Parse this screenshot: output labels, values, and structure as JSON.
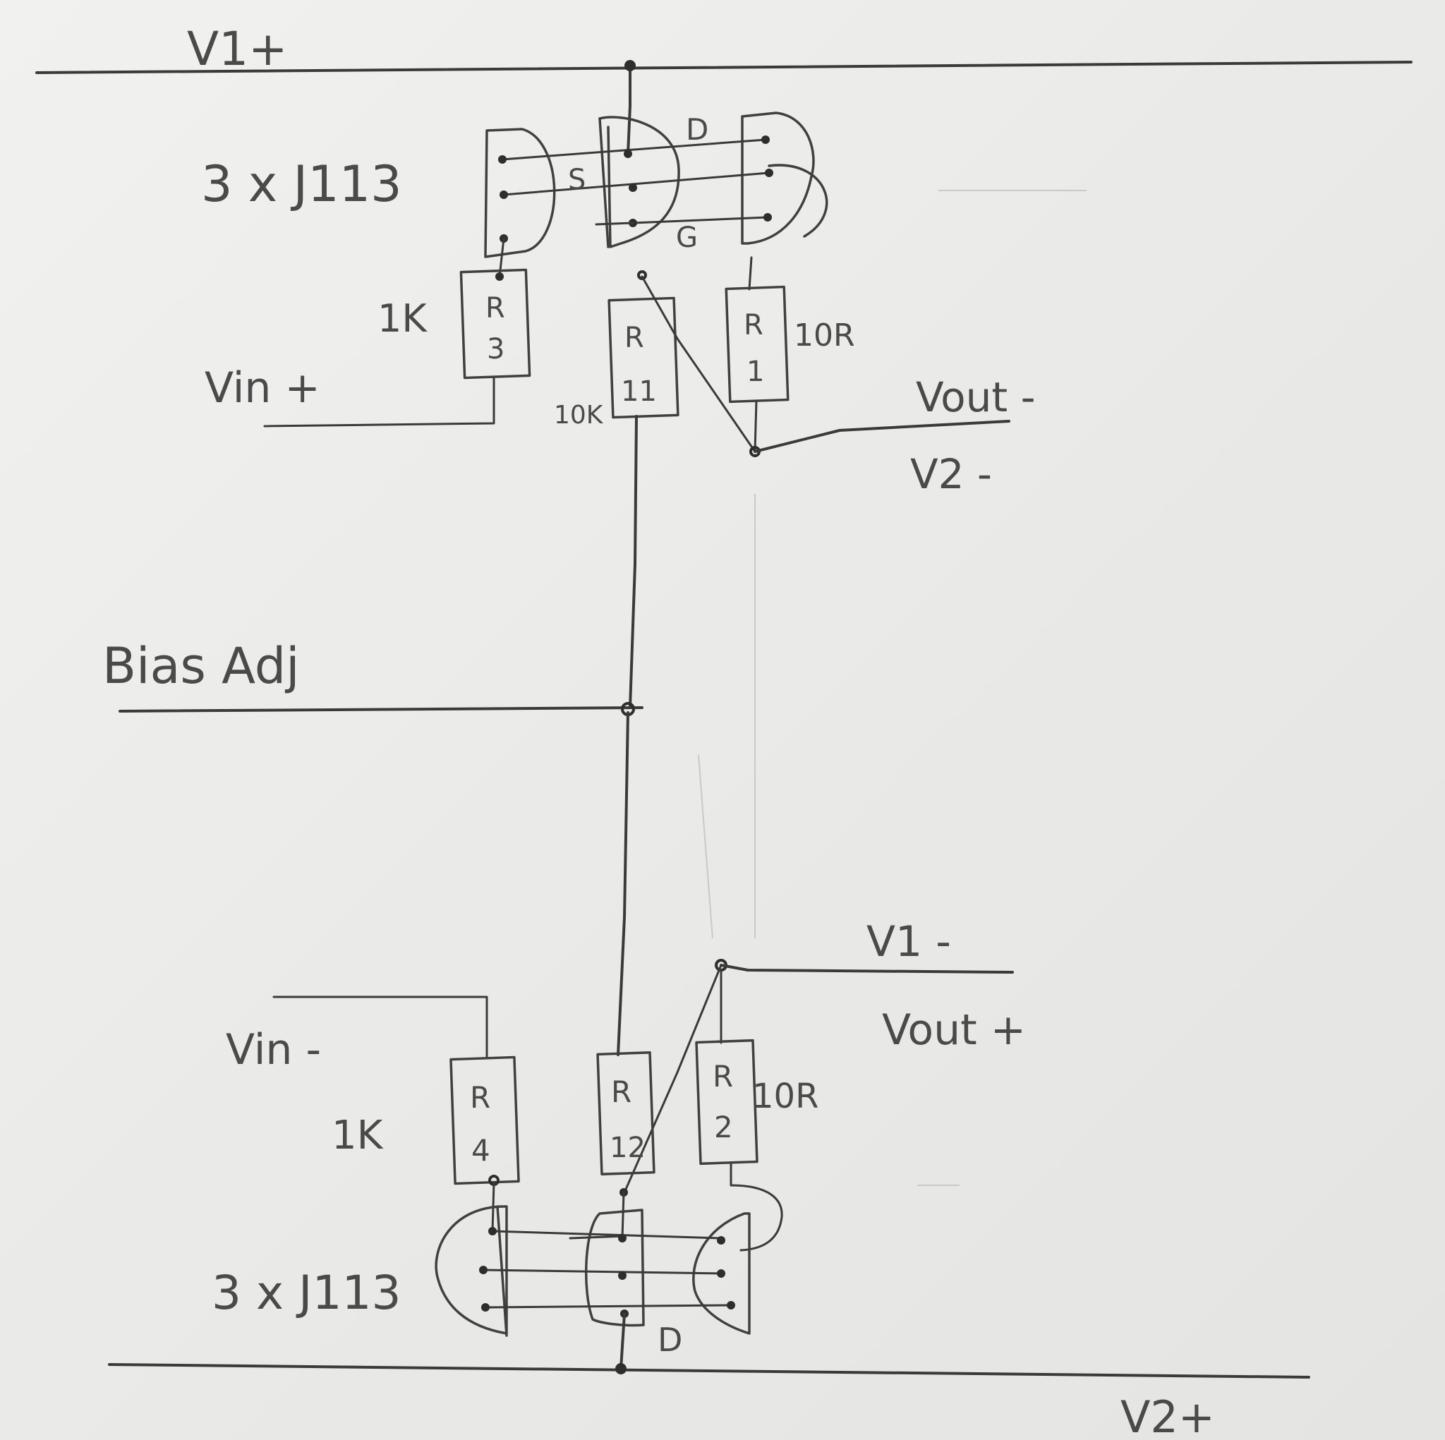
{
  "rails": {
    "top": "V1+",
    "bias": "Bias Adj",
    "bottom": "V2+"
  },
  "upper": {
    "jfet_label": "3 x J113",
    "pin_d": "D",
    "pin_s": "S",
    "pin_g": "G",
    "r3_letter": "R",
    "r3_num": "3",
    "r3_value": "1K",
    "r11_letter": "R",
    "r11_num": "11",
    "r11_value": "10K",
    "r1_letter": "R",
    "r1_num": "1",
    "r1_value": "10R",
    "vin_plus": "Vin +",
    "vout_minus": "Vout -",
    "v2_minus": "V2 -"
  },
  "lower": {
    "jfet_label": "3 x J113",
    "pin_d": "D",
    "r4_letter": "R",
    "r4_num": "4",
    "r4_value": "1K",
    "r12_letter": "R",
    "r12_num": "12",
    "r2_letter": "R",
    "r2_num": "2",
    "r2_value": "10R",
    "vin_minus": "Vin -",
    "v1_minus": "V1 -",
    "vout_plus": "Vout +"
  }
}
